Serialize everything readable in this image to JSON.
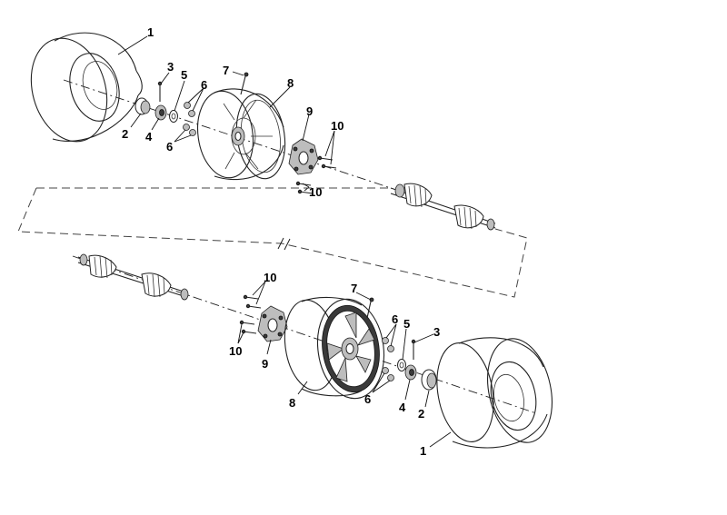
{
  "callouts": {
    "upper": {
      "tire": "1",
      "cap": "2",
      "pin": "3",
      "nut": "4",
      "washer": "5",
      "lug_nuts_a": "6",
      "lug_nuts_b": "6",
      "valve": "7",
      "rim": "8",
      "hub": "9",
      "bolts_a": "10",
      "bolts_b": "10"
    },
    "lower": {
      "tire": "1",
      "cap": "2",
      "pin": "3",
      "nut": "4",
      "washer": "5",
      "lug_nuts_a": "6",
      "lug_nuts_b": "6",
      "valve": "7",
      "rim": "8",
      "hub": "9",
      "bolts_a": "10",
      "bolts_b": "10"
    }
  }
}
